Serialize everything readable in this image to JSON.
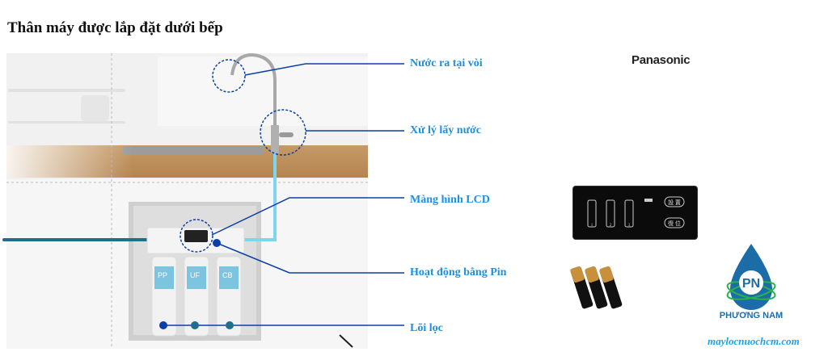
{
  "title": "Thân máy được lắp đặt dưới bếp",
  "labels": {
    "faucet_outlet": "Nước ra tại vòi",
    "faucet_handle": "Xử lý lấy nước",
    "lcd": "Màng hình LCD",
    "battery": "Hoạt động bằng Pin",
    "cartridges": "Lõi lọc"
  },
  "cartridge_tags": [
    "PP",
    "UF",
    "CB"
  ],
  "brand": "Panasonic",
  "panel": {
    "button_top": "設 置",
    "button_bottom": "復 位",
    "indicators": [
      "1",
      "2",
      "3"
    ]
  },
  "logo": {
    "initials": "PN",
    "name": "PHƯƠNG NAM"
  },
  "website": "maylocnuochcm.com",
  "colors": {
    "label": "#1f8fdc",
    "callout": "#0b3fa8",
    "pipe_in": "#1f6e8c",
    "pipe_out": "#7fd4ee"
  }
}
